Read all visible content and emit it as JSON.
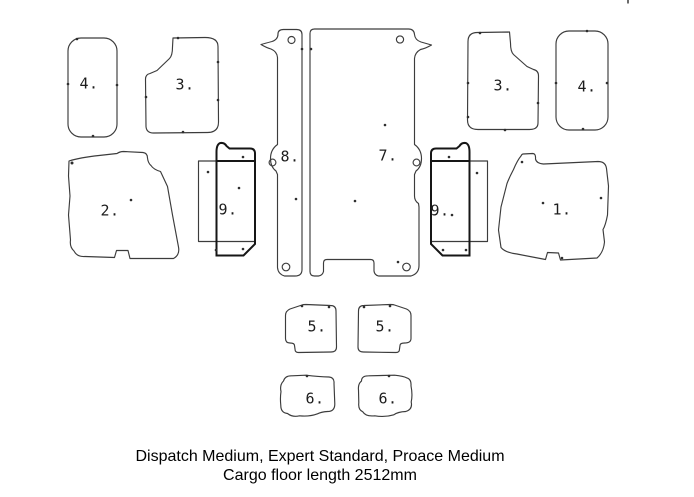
{
  "diagram": {
    "background": "#ffffff",
    "line_color": "#3c3c3c",
    "thick_line_color": "#161616",
    "caption": {
      "line1": "Dispatch Medium, Expert Standard, Proace Medium",
      "line2": "Cargo floor length 2512mm"
    },
    "pieces": [
      {
        "id": "piece-4-left",
        "label": "4."
      },
      {
        "id": "piece-3-left",
        "label": "3."
      },
      {
        "id": "piece-2",
        "label": "2."
      },
      {
        "id": "piece-9-left",
        "label": "9."
      },
      {
        "id": "piece-8",
        "label": "8."
      },
      {
        "id": "piece-7",
        "label": "7."
      },
      {
        "id": "piece-9-right",
        "label": "9."
      },
      {
        "id": "piece-1",
        "label": "1."
      },
      {
        "id": "piece-3-right",
        "label": "3."
      },
      {
        "id": "piece-4-right",
        "label": "4."
      },
      {
        "id": "piece-5-left",
        "label": "5."
      },
      {
        "id": "piece-5-right",
        "label": "5."
      },
      {
        "id": "piece-6-left",
        "label": "6."
      },
      {
        "id": "piece-6-right",
        "label": "6."
      }
    ]
  }
}
